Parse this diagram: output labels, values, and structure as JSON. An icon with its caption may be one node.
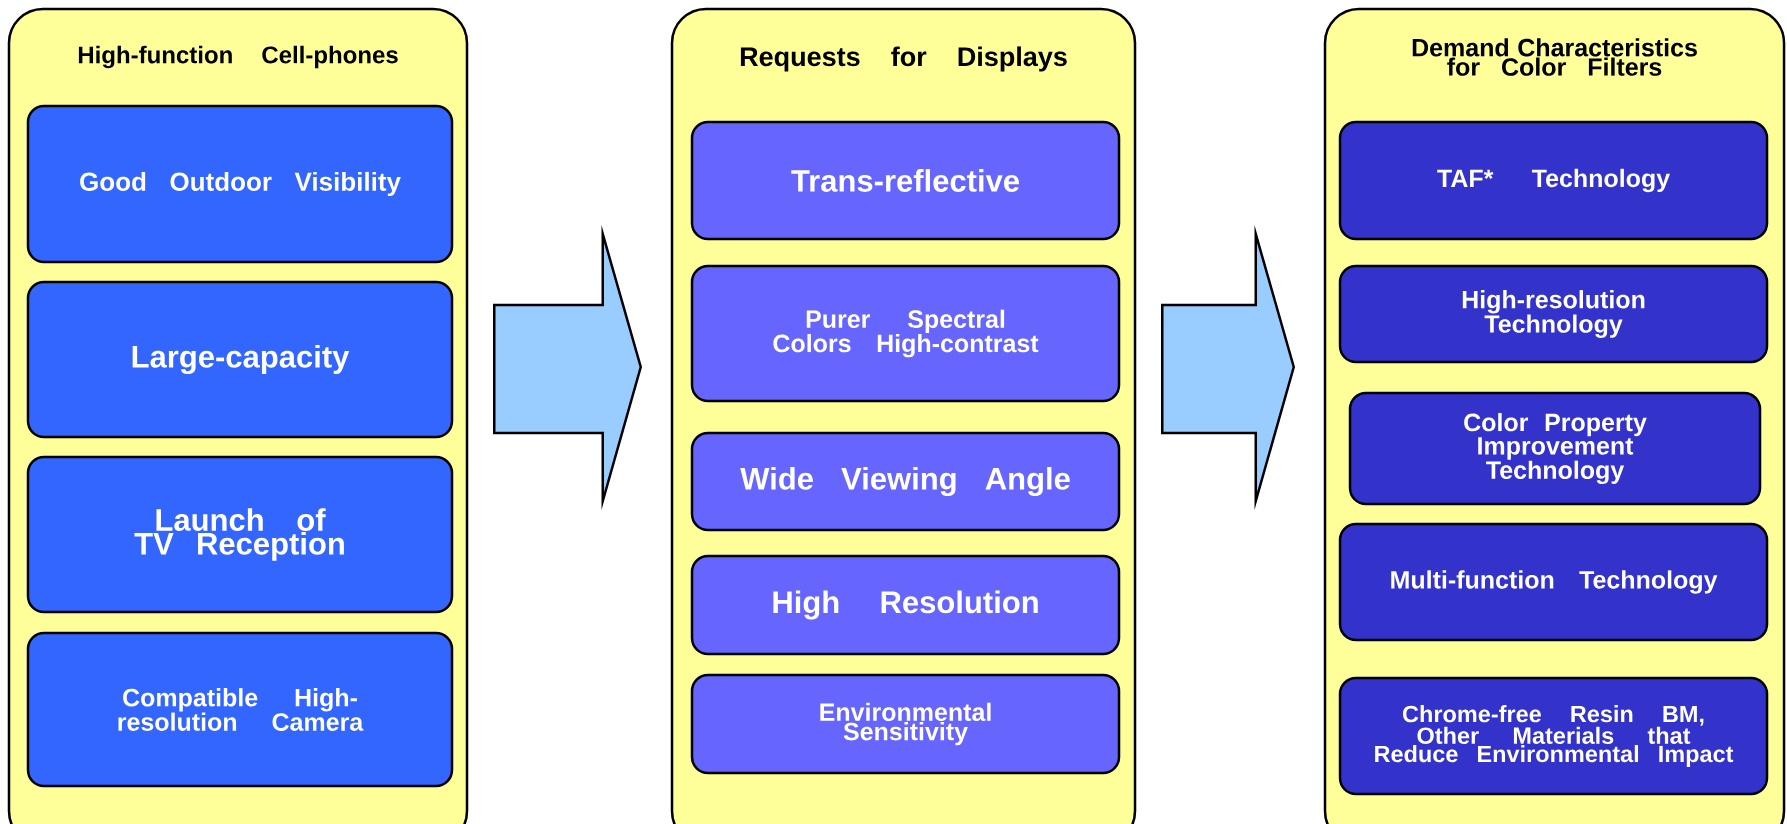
{
  "diagram": {
    "nodes": [
      {
        "text": [
          "High-function Cell-phones"
        ]
      },
      {
        "text": [
          "Good Outdoor Visibility"
        ],
        "in": 0
      },
      {
        "text": [
          "Large-capacity"
        ],
        "in": 0
      },
      {
        "text": [
          "Launch of TV Reception"
        ],
        "in": 0
      },
      {
        "text": [
          "Compatible High-resolution Camera"
        ],
        "in": 0
      },
      {
        "text": [
          "Requests for Displays"
        ]
      },
      {
        "text": [
          "Trans-reflective"
        ],
        "in": 5
      },
      {
        "text": [
          "Purer Spectral Colors High-contrast"
        ],
        "in": 5
      },
      {
        "text": [
          "Wide Viewing Angle"
        ],
        "in": 5
      },
      {
        "text": [
          "High Resolution"
        ],
        "in": 5
      },
      {
        "text": [
          "Environmental Sensitivity"
        ],
        "in": 5
      },
      {
        "text": [
          "Demand Characteristics for Color Filters"
        ]
      },
      {
        "text": [
          "TAF* Technology"
        ],
        "in": 11
      },
      {
        "text": [
          "High-resolution Technology"
        ],
        "in": 11
      },
      {
        "text": [
          "Color Property Improvement Technology"
        ],
        "in": 11
      },
      {
        "text": [
          "Multi-function Technology"
        ],
        "in": 11
      },
      {
        "text": [
          "Chrome-free Resin BM, Other Materials that Reduce Environmental Impact"
        ],
        "in": 11
      }
    ],
    "edges": [
      {
        "from": 0,
        "to": 5,
        "arrow": "to"
      },
      {
        "from": 5,
        "to": 11,
        "arrow": "to"
      }
    ]
  }
}
